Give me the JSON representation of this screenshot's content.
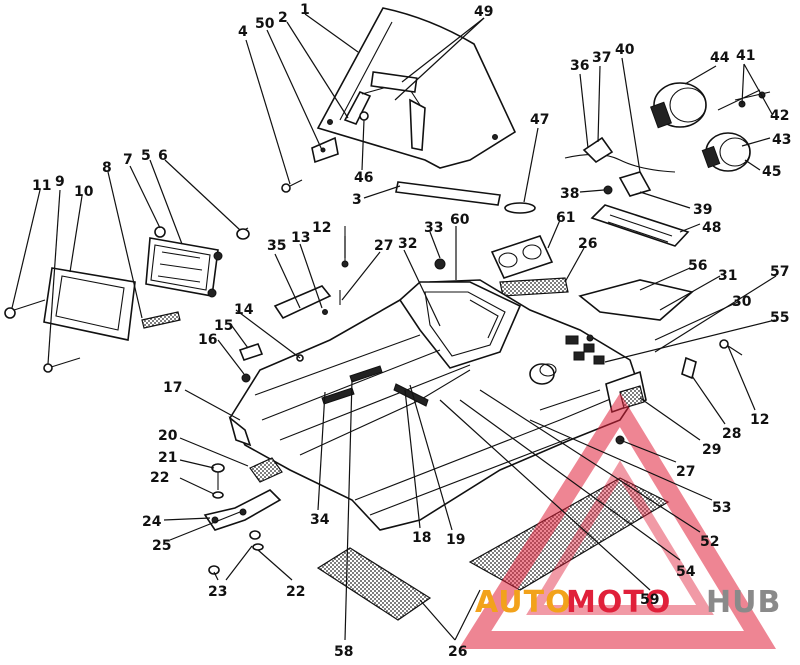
{
  "diagram": {
    "watermark": {
      "part1": "AUTO",
      "part2": "MOTO",
      "part3": "HUB",
      "color_orange": "#f2a21b",
      "color_red": "#e0203a",
      "color_gray": "#8a8a8a"
    },
    "callouts": [
      {
        "id": "c1",
        "label": "1"
      },
      {
        "id": "c2",
        "label": "2"
      },
      {
        "id": "c50",
        "label": "50"
      },
      {
        "id": "c49",
        "label": "49"
      },
      {
        "id": "c4",
        "label": "4"
      },
      {
        "id": "c46",
        "label": "46"
      },
      {
        "id": "c3",
        "label": "3"
      },
      {
        "id": "c47",
        "label": "47"
      },
      {
        "id": "c36",
        "label": "36"
      },
      {
        "id": "c37",
        "label": "37"
      },
      {
        "id": "c40",
        "label": "40"
      },
      {
        "id": "c44",
        "label": "44"
      },
      {
        "id": "c41",
        "label": "41"
      },
      {
        "id": "c42",
        "label": "42"
      },
      {
        "id": "c43",
        "label": "43"
      },
      {
        "id": "c45",
        "label": "45"
      },
      {
        "id": "c38",
        "label": "38"
      },
      {
        "id": "c39",
        "label": "39"
      },
      {
        "id": "c48",
        "label": "48"
      },
      {
        "id": "c11",
        "label": "11"
      },
      {
        "id": "c9",
        "label": "9"
      },
      {
        "id": "c10",
        "label": "10"
      },
      {
        "id": "c7",
        "label": "7"
      },
      {
        "id": "c5",
        "label": "5"
      },
      {
        "id": "c6",
        "label": "6"
      },
      {
        "id": "c8",
        "label": "8"
      },
      {
        "id": "c35",
        "label": "35"
      },
      {
        "id": "c13",
        "label": "13"
      },
      {
        "id": "c12a",
        "label": "12"
      },
      {
        "id": "c27a",
        "label": "27"
      },
      {
        "id": "c33",
        "label": "33"
      },
      {
        "id": "c60",
        "label": "60"
      },
      {
        "id": "c32",
        "label": "32"
      },
      {
        "id": "c61",
        "label": "61"
      },
      {
        "id": "c26a",
        "label": "26"
      },
      {
        "id": "c56",
        "label": "56"
      },
      {
        "id": "c31",
        "label": "31"
      },
      {
        "id": "c57",
        "label": "57"
      },
      {
        "id": "c30",
        "label": "30"
      },
      {
        "id": "c55",
        "label": "55"
      },
      {
        "id": "c14",
        "label": "14"
      },
      {
        "id": "c15",
        "label": "15"
      },
      {
        "id": "c16",
        "label": "16"
      },
      {
        "id": "c17",
        "label": "17"
      },
      {
        "id": "c20",
        "label": "20"
      },
      {
        "id": "c21",
        "label": "21"
      },
      {
        "id": "c22a",
        "label": "22"
      },
      {
        "id": "c24",
        "label": "24"
      },
      {
        "id": "c25",
        "label": "25"
      },
      {
        "id": "c23",
        "label": "23"
      },
      {
        "id": "c22b",
        "label": "22"
      },
      {
        "id": "c34",
        "label": "34"
      },
      {
        "id": "c18",
        "label": "18"
      },
      {
        "id": "c19",
        "label": "19"
      },
      {
        "id": "c58",
        "label": "58"
      },
      {
        "id": "c26b",
        "label": "26"
      },
      {
        "id": "c28",
        "label": "28"
      },
      {
        "id": "c12b",
        "label": "12"
      },
      {
        "id": "c29",
        "label": "29"
      },
      {
        "id": "c27b",
        "label": "27"
      },
      {
        "id": "c53",
        "label": "53"
      },
      {
        "id": "c52",
        "label": "52"
      },
      {
        "id": "c54",
        "label": "54"
      },
      {
        "id": "c59",
        "label": "59"
      }
    ]
  }
}
